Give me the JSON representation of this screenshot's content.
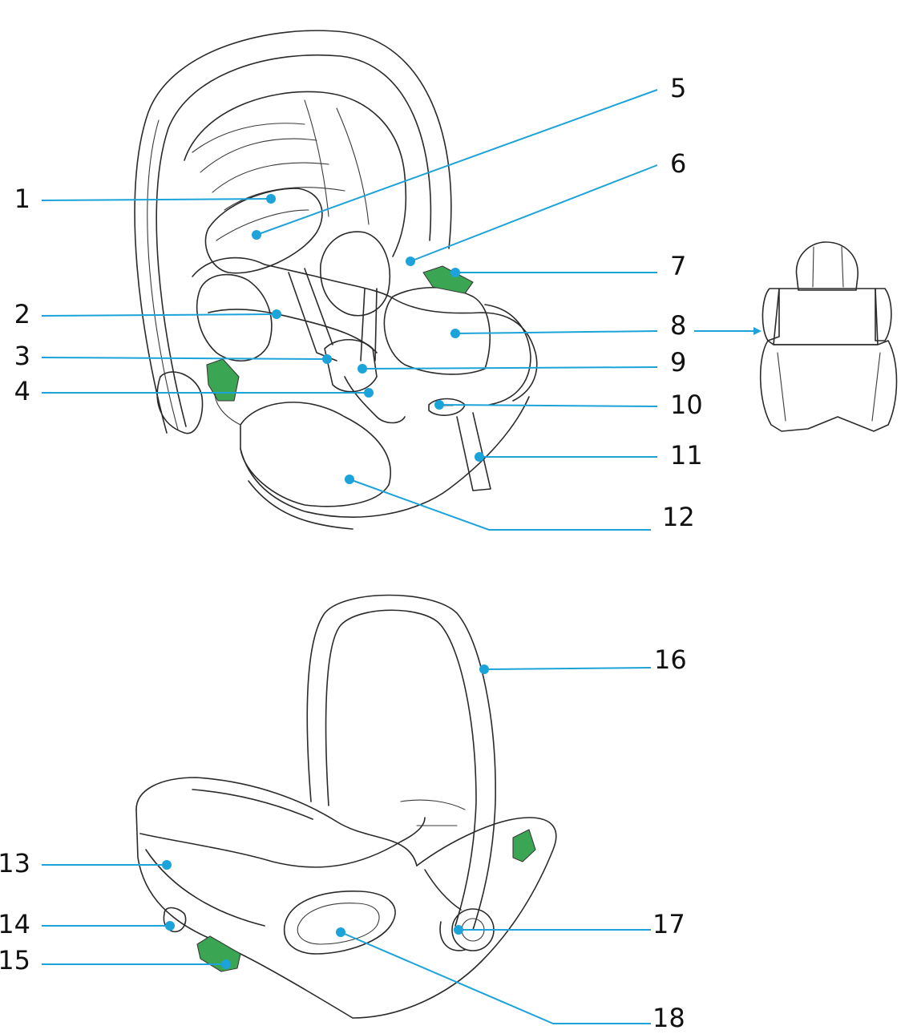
{
  "colors": {
    "leader": "#1ca3d9",
    "dot": "#1ca3d9",
    "accent_green": "#3aa654",
    "accent_green_dark": "#1f6b35",
    "outline": "#2a2a2a"
  },
  "callouts": [
    {
      "number": "1",
      "figure": "top"
    },
    {
      "number": "2",
      "figure": "top"
    },
    {
      "number": "3",
      "figure": "top"
    },
    {
      "number": "4",
      "figure": "top"
    },
    {
      "number": "5",
      "figure": "top"
    },
    {
      "number": "6",
      "figure": "top"
    },
    {
      "number": "7",
      "figure": "top"
    },
    {
      "number": "8",
      "figure": "top"
    },
    {
      "number": "9",
      "figure": "top"
    },
    {
      "number": "10",
      "figure": "top"
    },
    {
      "number": "11",
      "figure": "top"
    },
    {
      "number": "12",
      "figure": "top"
    },
    {
      "number": "13",
      "figure": "bottom"
    },
    {
      "number": "14",
      "figure": "bottom"
    },
    {
      "number": "15",
      "figure": "bottom"
    },
    {
      "number": "16",
      "figure": "bottom"
    },
    {
      "number": "17",
      "figure": "bottom"
    },
    {
      "number": "18",
      "figure": "bottom"
    }
  ],
  "figures": {
    "top": {
      "subject": "infant-car-seat-front"
    },
    "insert": {
      "subject": "newborn-insert"
    },
    "bottom": {
      "subject": "infant-car-seat-rear"
    }
  }
}
